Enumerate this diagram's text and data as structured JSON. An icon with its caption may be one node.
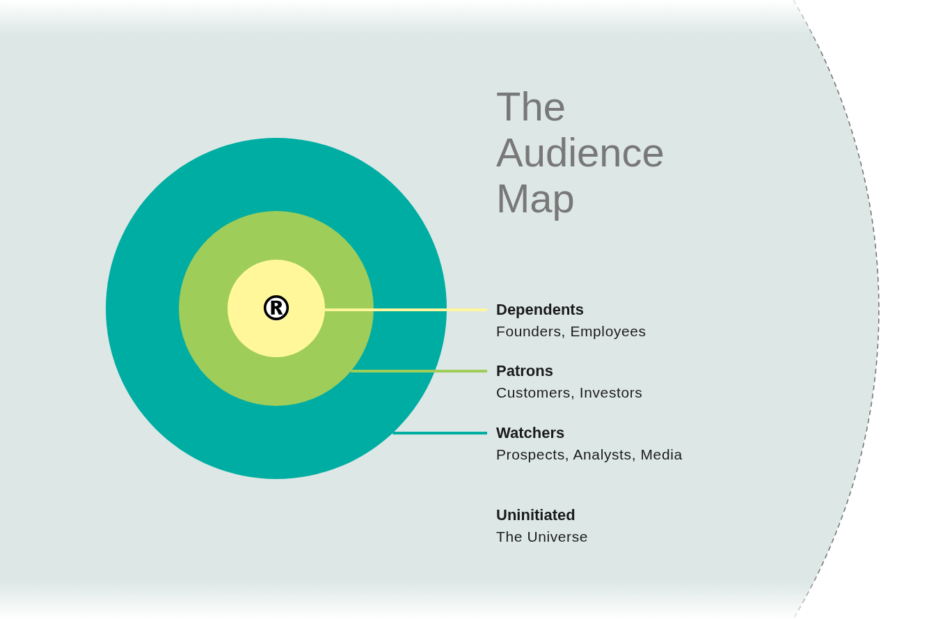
{
  "diagram": {
    "title": "The Audience Map",
    "nodes": [
      {
        "text": [
          "Uninitiated",
          "The Universe"
        ]
      },
      {
        "text": [],
        "shape": "circle",
        "in": 0
      },
      {
        "text": [],
        "shape": "circle",
        "in": 1
      },
      {
        "text": [
          "®"
        ],
        "in": 2
      },
      {
        "text": [
          "Dependents",
          "Founders, Employees"
        ],
        "in": 0
      },
      {
        "text": [
          "Patrons",
          "Customers, Investors"
        ],
        "in": 0
      },
      {
        "text": [
          "Watchers",
          "Prospects, Analysts, Media"
        ],
        "in": 0
      }
    ],
    "edges": [
      {
        "from": 4,
        "to": 3,
        "arrow": "none",
        "color": "#fff59a"
      },
      {
        "from": 5,
        "to": 2,
        "arrow": "none",
        "color": "#9ecd5a"
      },
      {
        "from": 6,
        "to": 1,
        "arrow": "none",
        "color": "#00ada2"
      }
    ]
  }
}
